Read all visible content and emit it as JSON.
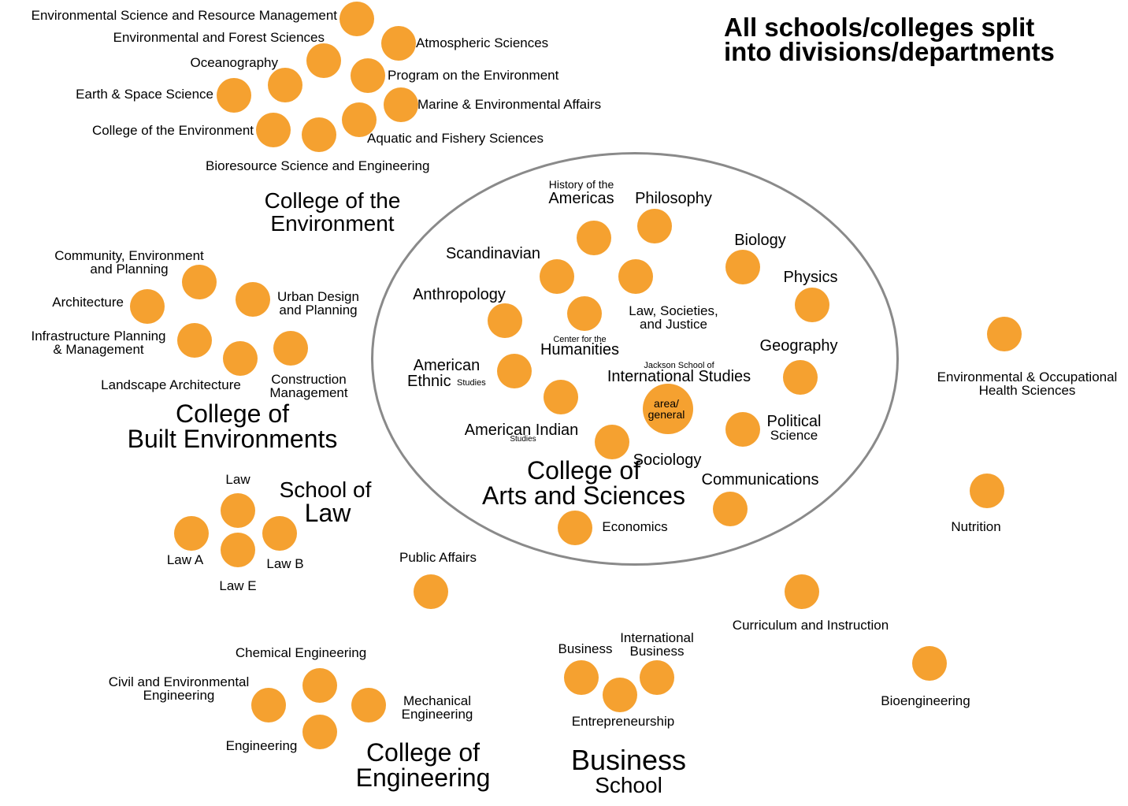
{
  "title": "All schools/colleges split\ninto divisions/departments",
  "groups": {
    "environment": "College of the\nEnvironment",
    "built": "College of\nBuilt Environments",
    "law_1": "School of",
    "law_2": "Law",
    "arts_sciences": "College of\nArts and Sciences",
    "engineering": "College of\nEngineering",
    "business_1": "Business",
    "business_2": "School"
  },
  "departments": {
    "env_sci_resource_mgmt": "Environmental Science and Resource Management",
    "env_forest_sci": "Environmental and Forest Sciences",
    "atmospheric_sci": "Atmospheric Sciences",
    "oceanography": "Oceanography",
    "program_env": "Program on the Environment",
    "earth_space": "Earth & Space Science",
    "marine_env_affairs": "Marine & Environmental Affairs",
    "college_env": "College of the Environment",
    "aquatic_fishery": "Aquatic and Fishery Sciences",
    "bioresource": "Bioresource Science and Engineering",
    "community_env_planning": "Community, Environment\nand Planning",
    "architecture": "Architecture",
    "urban_design": "Urban Design\nand Planning",
    "infrastructure": "Infrastructure Planning\n& Management",
    "landscape_arch": "Landscape Architecture",
    "construction_mgmt": "Construction\nManagement",
    "law": "Law",
    "law_a": "Law A",
    "law_b": "Law B",
    "law_e": "Law E",
    "public_affairs": "Public Affairs",
    "chemical_eng": "Chemical Engineering",
    "civil_env_eng": "Civil and Environmental\nEngineering",
    "mechanical_eng": "Mechanical\nEngineering",
    "engineering": "Engineering",
    "business": "Business",
    "international_business": "International\nBusiness",
    "entrepreneurship": "Entrepreneurship",
    "curriculum": "Curriculum and Instruction",
    "bioengineering": "Bioengineering",
    "env_occ_health": "Environmental & Occupational\nHealth Sciences",
    "nutrition": "Nutrition",
    "history_americas_small": "History of the",
    "history_americas_big": "Americas",
    "philosophy": "Philosophy",
    "biology": "Biology",
    "scandinavian": "Scandinavian",
    "physics": "Physics",
    "anthropology": "Anthropology",
    "law_societies": "Law, Societies,\nand Justice",
    "humanities_small": "Center for the",
    "humanities_big": "Humanities",
    "geography": "Geography",
    "american_ethnic_1": "American",
    "american_ethnic_2": "Ethnic",
    "american_ethnic_small": "Studies",
    "jackson_small": "Jackson School of",
    "jackson_big": "International Studies",
    "area_general": "area/\ngeneral",
    "political_1": "Political",
    "political_2": "Science",
    "american_indian_big": "American Indian",
    "american_indian_small": "Studies",
    "sociology": "Sociology",
    "communications": "Communications",
    "economics": "Economics"
  },
  "colors": {
    "node": "#f5a130",
    "ellipse": "#8a8a8a",
    "text": "#000000"
  }
}
